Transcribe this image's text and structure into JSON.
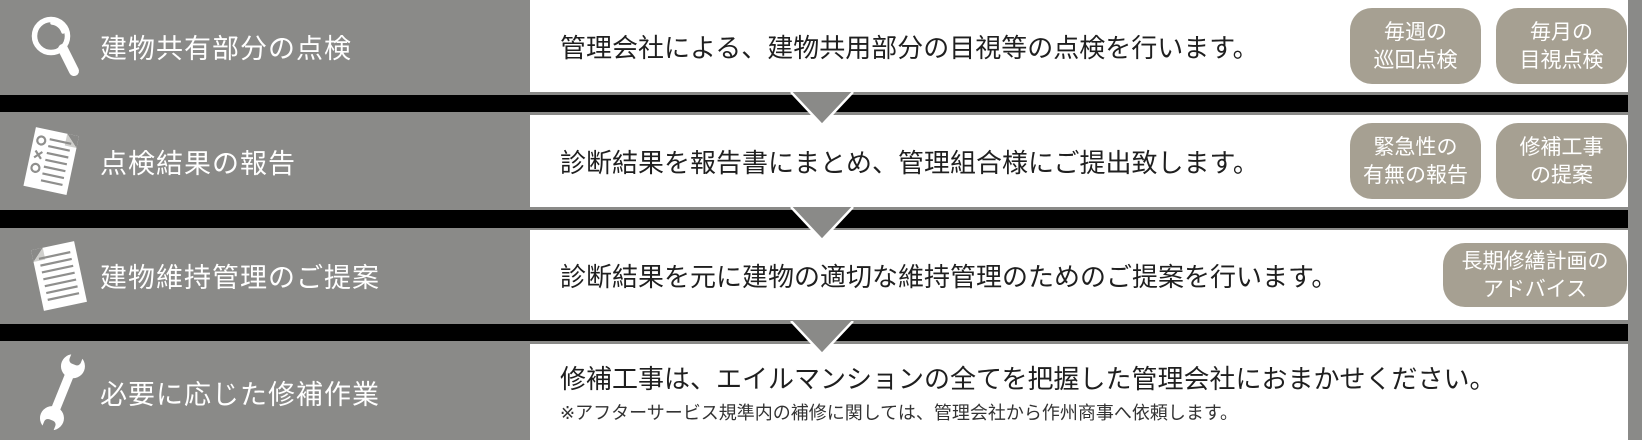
{
  "diagram": {
    "type": "process-flow",
    "palette": {
      "background_gray": "#8a8a88",
      "separator_black": "#000000",
      "panel_white": "#ffffff",
      "badge_tan": "#a6a092",
      "title_white": "#ffffff",
      "text_dark": "#1f1f1f"
    },
    "rows": [
      {
        "icon": "magnifier-icon",
        "title": "建物共有部分の点検",
        "description": "管理会社による、建物共用部分の目視等の点検を行います。",
        "badges": [
          {
            "line1": "毎週の",
            "line2": "巡回点検"
          },
          {
            "line1": "毎月の",
            "line2": "目視点検"
          }
        ]
      },
      {
        "icon": "checklist-document-icon",
        "title": "点検結果の報告",
        "description": "診断結果を報告書にまとめ、管理組合様にご提出致します。",
        "badges": [
          {
            "line1": "緊急性の",
            "line2": "有無の報告"
          },
          {
            "line1": "修補工事",
            "line2": "の提案"
          }
        ]
      },
      {
        "icon": "lined-document-icon",
        "title": "建物維持管理のご提案",
        "description": "診断結果を元に建物の適切な維持管理のためのご提案を行います。",
        "badges": [
          {
            "line1": "長期修繕計画の",
            "line2": "アドバイス"
          }
        ]
      },
      {
        "icon": "wrench-icon",
        "title": "必要に応じた修補作業",
        "description": "修補工事は、エイルマンションの全てを把握した管理会社におまかせください。",
        "note": "※アフターサービス規準内の補修に関しては、管理会社から作州商事へ依頼します。",
        "badges": []
      }
    ]
  }
}
